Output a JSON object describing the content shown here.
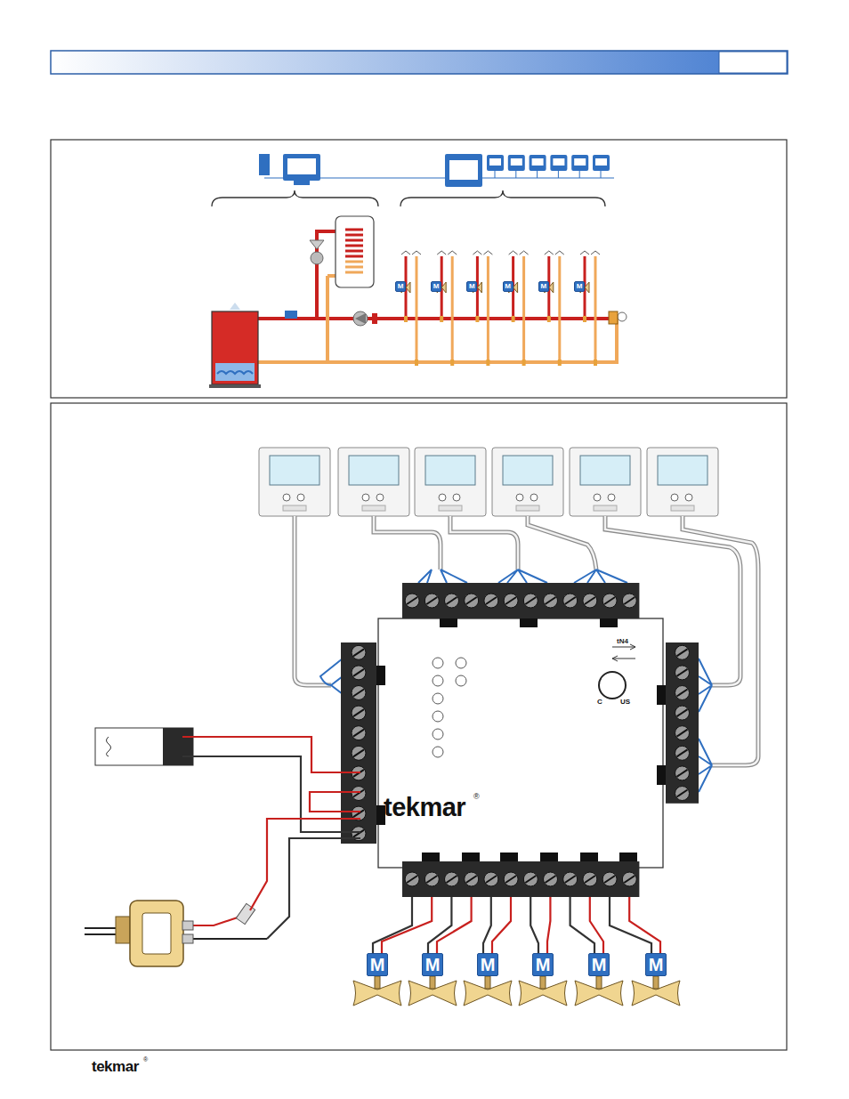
{
  "diagram": {
    "nodes": [
      {
        "text": [
          "M"
        ]
      },
      {
        "text": [
          "M"
        ]
      },
      {
        "text": [
          "M"
        ]
      },
      {
        "text": [
          "M"
        ]
      },
      {
        "text": [
          "M"
        ]
      },
      {
        "text": [
          "M"
        ]
      },
      {
        "text": [
          "M"
        ]
      },
      {
        "text": [
          "M"
        ]
      },
      {
        "text": [
          "M"
        ]
      },
      {
        "text": [
          "M"
        ]
      },
      {
        "text": [
          "M"
        ]
      },
      {
        "text": [
          "M"
        ]
      }
    ],
    "labels": [
      "tN4",
      "tekmar",
      "®",
      "C",
      "US",
      "tekmar",
      "®"
    ]
  }
}
